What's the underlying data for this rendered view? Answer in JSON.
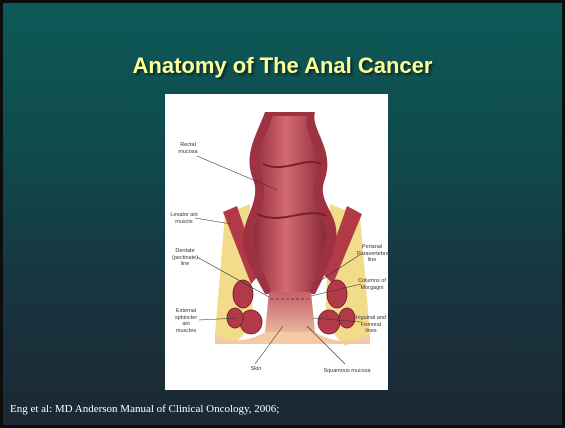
{
  "slide": {
    "title": "Anatomy of The Anal Cancer",
    "citation": "Eng et al: MD Anderson Manual of Clinical Oncology, 2006;"
  },
  "figure": {
    "labels": {
      "rectal_mucosa": "Rectal\nmucosa",
      "levator_ani": "Levator ani\nmuscle",
      "dentate_line": "Dentate\n(pectinate)\nline",
      "external_sphincter": "External\nsphincter\nani\nmuscles",
      "skin": "Skin",
      "perianal_line": "Perianal\nParavertebral\nline",
      "columns_morgagni": "Columns of\nMorgagni",
      "inguinal_lines": "Inguinal and\nFemoral lines",
      "squamous_mucosa": "Squamous mucosa"
    },
    "colors": {
      "mucosa": "#c0505e",
      "muscle": "#b23a48",
      "fat": "#f2dc8a",
      "skin": "#f3c9a6"
    }
  }
}
